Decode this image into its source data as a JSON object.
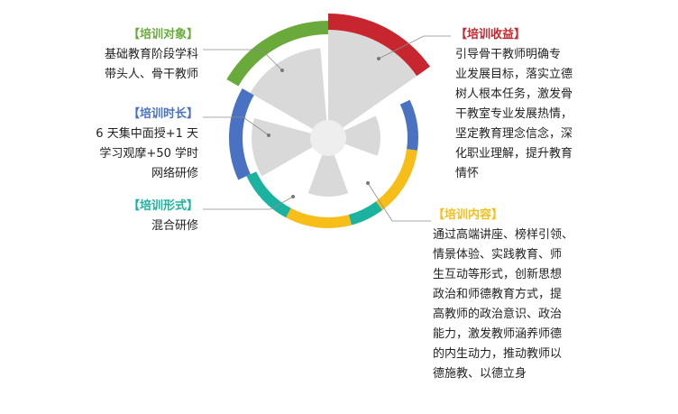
{
  "colors": {
    "green": "#6aaa3a",
    "red": "#c8262e",
    "blue": "#4a72c2",
    "teal": "#1bb3a0",
    "yellow": "#f7be1a",
    "wedge": "#d9d9d9",
    "leader": "#8c8c8c"
  },
  "blocks": {
    "target": {
      "title": "【培训对象】",
      "body": "基础教育阶段学科\n带头人、骨干教师"
    },
    "duration": {
      "title": "【培训时长】",
      "body": "6 天集中面授+1 天\n学习观摩+50 学时\n网络研修"
    },
    "form": {
      "title": "【培训形式】",
      "body": "混合研修"
    },
    "benefit": {
      "title": "【培训收益】",
      "body": "引导骨干教师明确专\n业发展目标，落实立德\n树人根本任务，激发骨\n干教室专业发展热情，\n坚定教育理念信念，深\n化职业理解，提升教育\n情怀"
    },
    "content": {
      "title": "【培训内容】",
      "body": "通过高端讲座、榜样引领、\n情景体验、实践教育、师\n生互动等形式，创新思想\n政治和师德教育方式，提\n高教师的政治意识、政治\n能力，激发教师涵养师德\n的内生动力，推动教师以\n德施教、以德立身"
    }
  }
}
